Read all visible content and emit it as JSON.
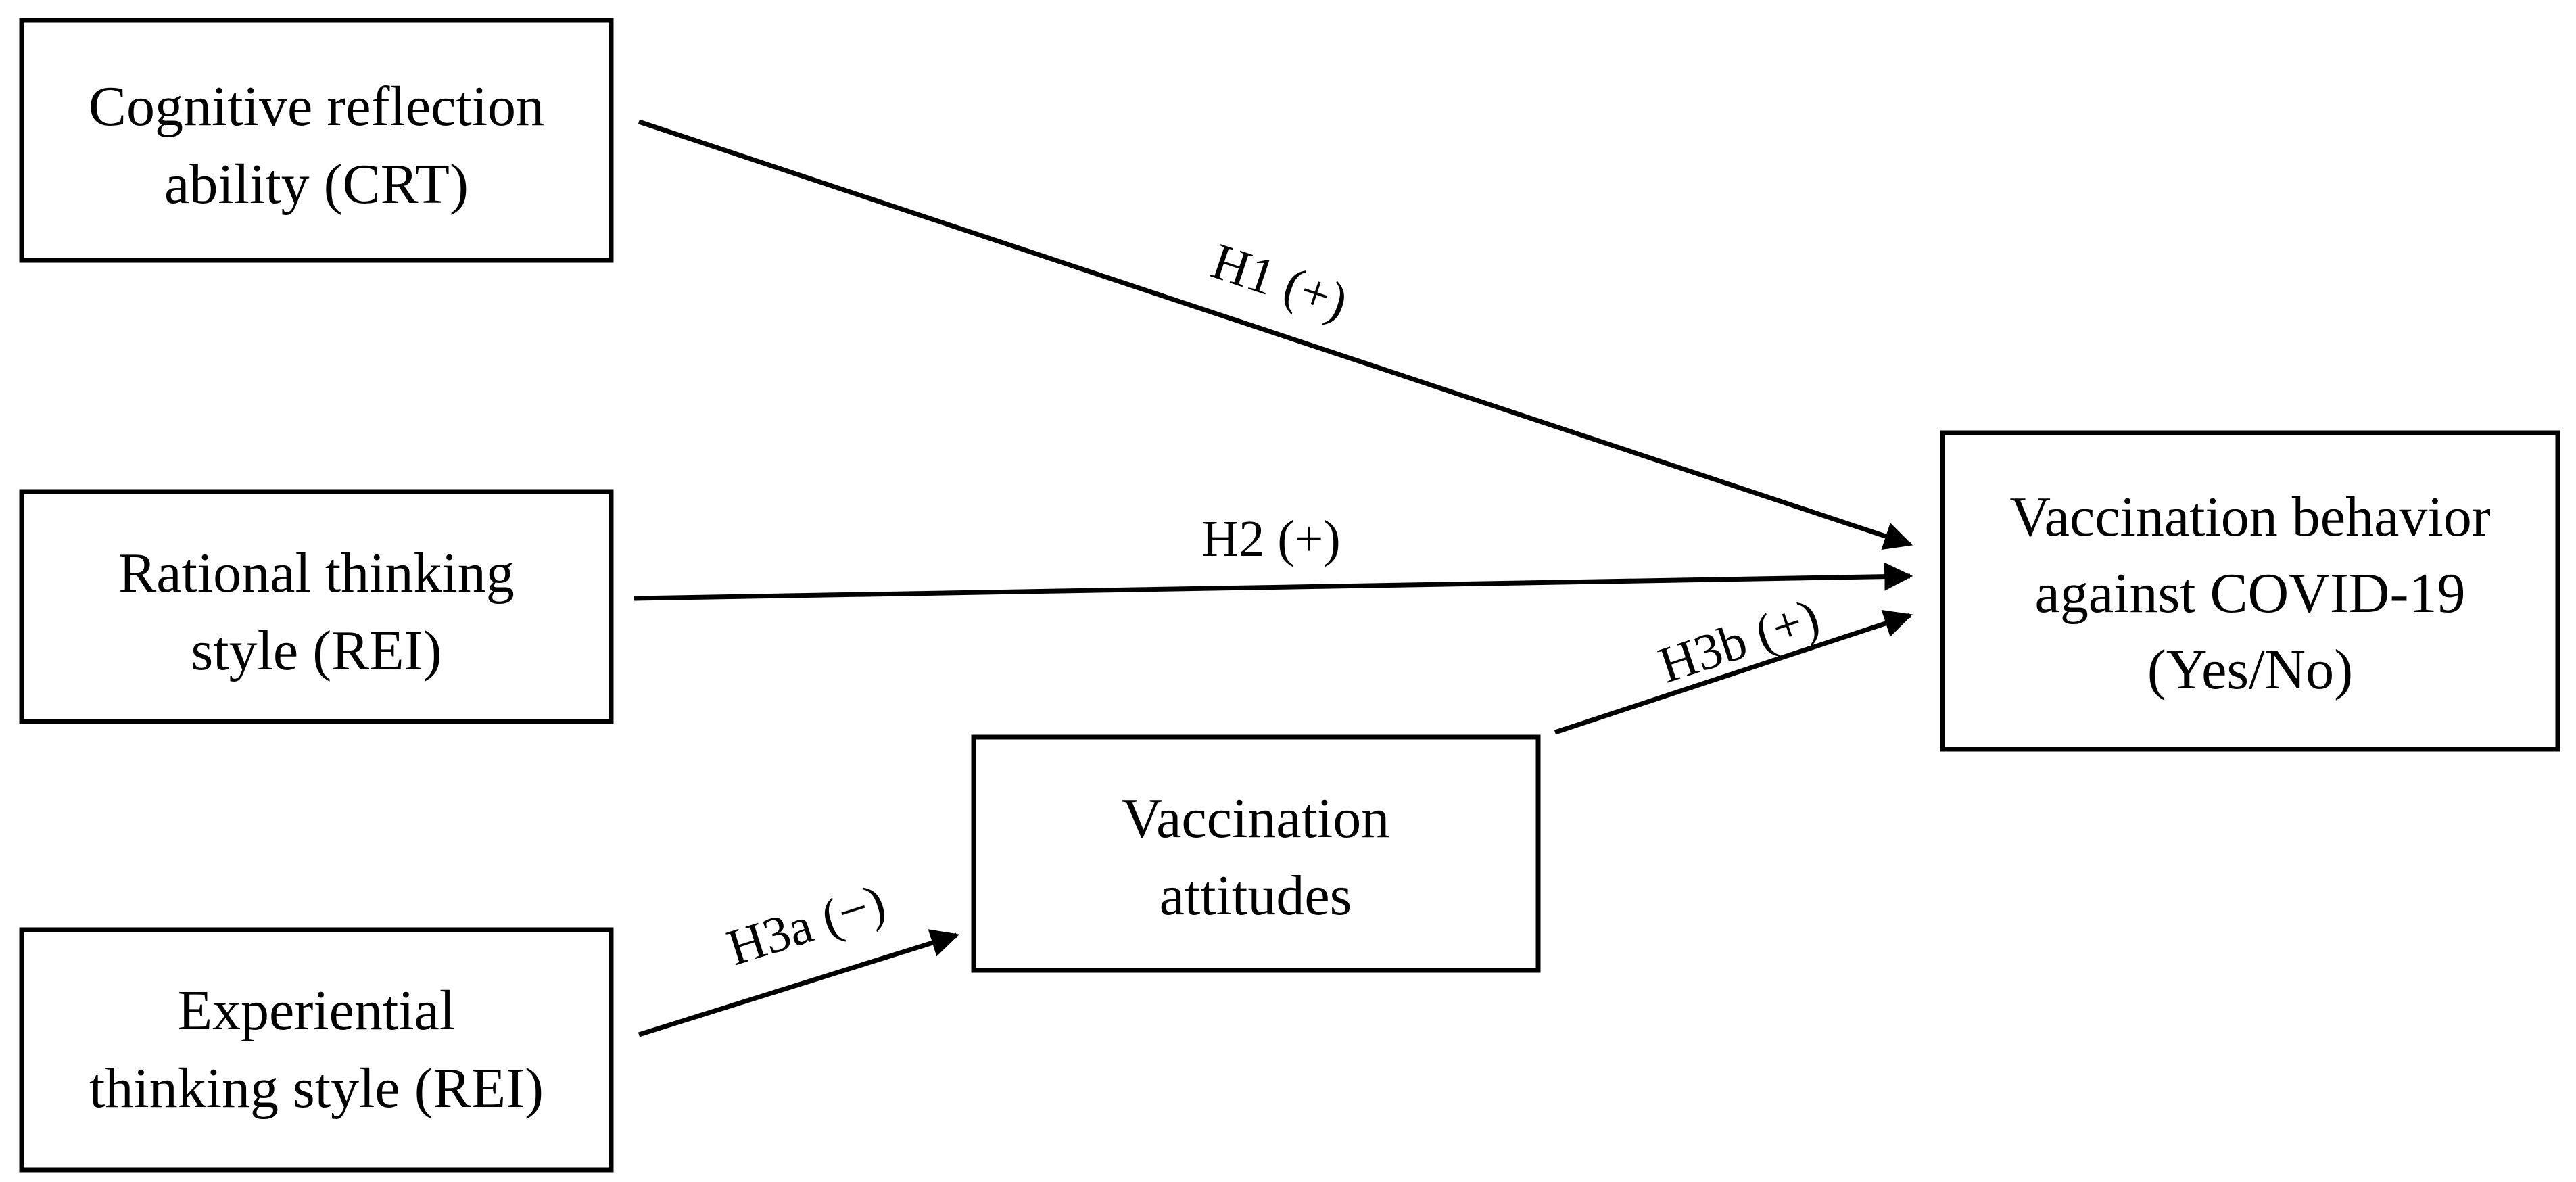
{
  "nodes": {
    "crt": {
      "line1": "Cognitive reflection",
      "line2": "ability (CRT)"
    },
    "rational": {
      "line1": "Rational thinking",
      "line2": "style (REI)"
    },
    "experiential": {
      "line1": "Experiential",
      "line2": "thinking style (REI)"
    },
    "attitudes": {
      "line1": "Vaccination",
      "line2": "attitudes"
    },
    "outcome": {
      "line1": "Vaccination behavior",
      "line2": "against COVID-19",
      "line3": "(Yes/No)"
    }
  },
  "edges": {
    "h1": {
      "label": "H1 (+)"
    },
    "h2": {
      "label": "H2 (+)"
    },
    "h3a": {
      "label": "H3a (−)"
    },
    "h3b": {
      "label": "H3b (+)"
    }
  }
}
